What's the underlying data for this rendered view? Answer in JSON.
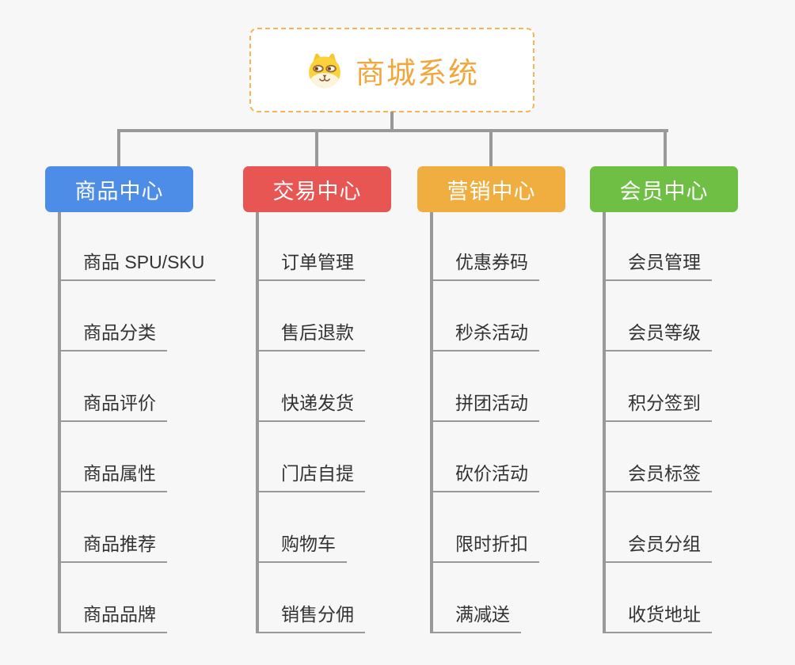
{
  "root": {
    "title": "商城系统",
    "icon": "dog-face-icon"
  },
  "branches": [
    {
      "label": "商品中心",
      "color": "#4D8DE8",
      "items": [
        "商品 SPU/SKU",
        "商品分类",
        "商品评价",
        "商品属性",
        "商品推荐",
        "商品品牌"
      ]
    },
    {
      "label": "交易中心",
      "color": "#E75653",
      "items": [
        "订单管理",
        "售后退款",
        "快递发货",
        "门店自提",
        "购物车",
        "销售分佣"
      ]
    },
    {
      "label": "营销中心",
      "color": "#EFAE3F",
      "items": [
        "优惠券码",
        "秒杀活动",
        "拼团活动",
        "砍价活动",
        "限时折扣",
        "满减送"
      ]
    },
    {
      "label": "会员中心",
      "color": "#6EBF44",
      "items": [
        "会员管理",
        "会员等级",
        "积分签到",
        "会员标签",
        "会员分组",
        "收货地址"
      ]
    }
  ],
  "colors": {
    "background": "#F7F7F7",
    "connector": "#999999",
    "root_border": "#F6B457",
    "root_text": "#F0A73E",
    "leaf_text": "#333333",
    "leaf_underline": "#999999"
  }
}
